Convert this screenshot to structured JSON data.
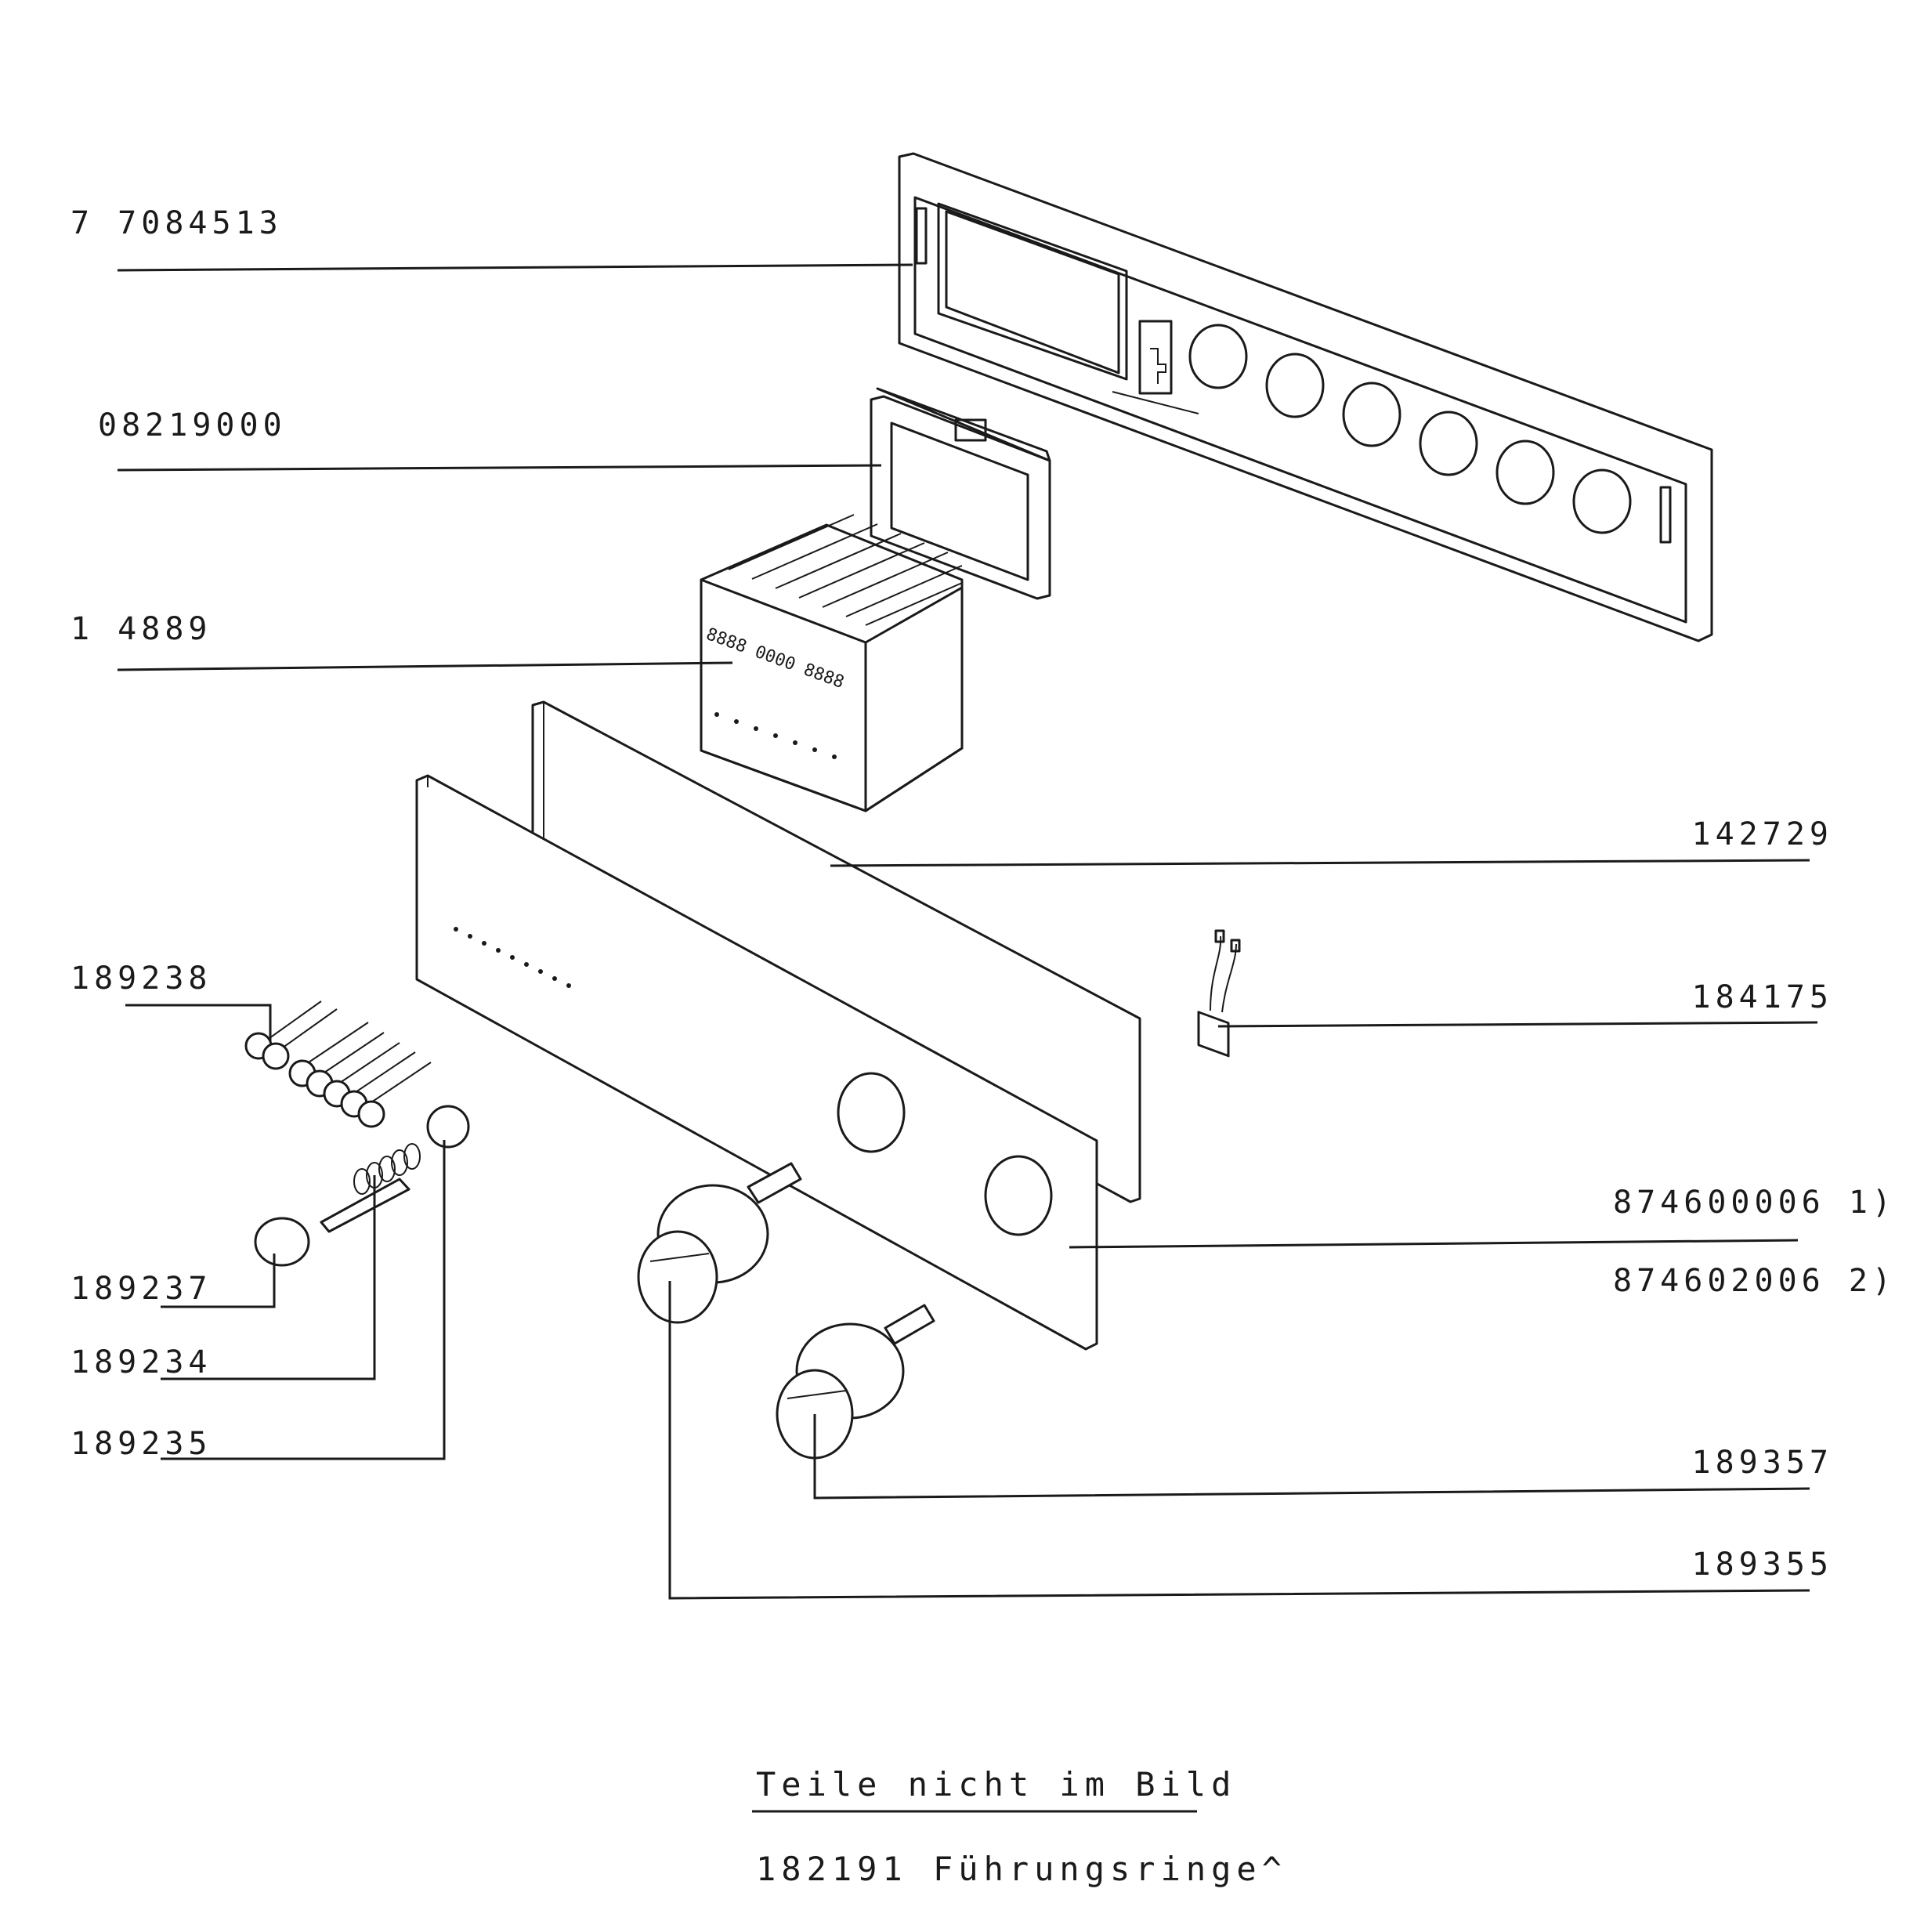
{
  "labels_left": {
    "l1": "7 7084513",
    "l2": "08219000",
    "l3": "1 4889",
    "l4": "189238",
    "l5": "189237",
    "l6": "189234",
    "l7": "189235"
  },
  "labels_right": {
    "r1": "142729",
    "r2": "184175",
    "r3a": "874600006 1)",
    "r3b": "874602006 2)",
    "r4": "189357",
    "r5": "189355"
  },
  "notes": {
    "heading": "Teile nicht im Bild",
    "item": "182191 Führungsringe^"
  }
}
